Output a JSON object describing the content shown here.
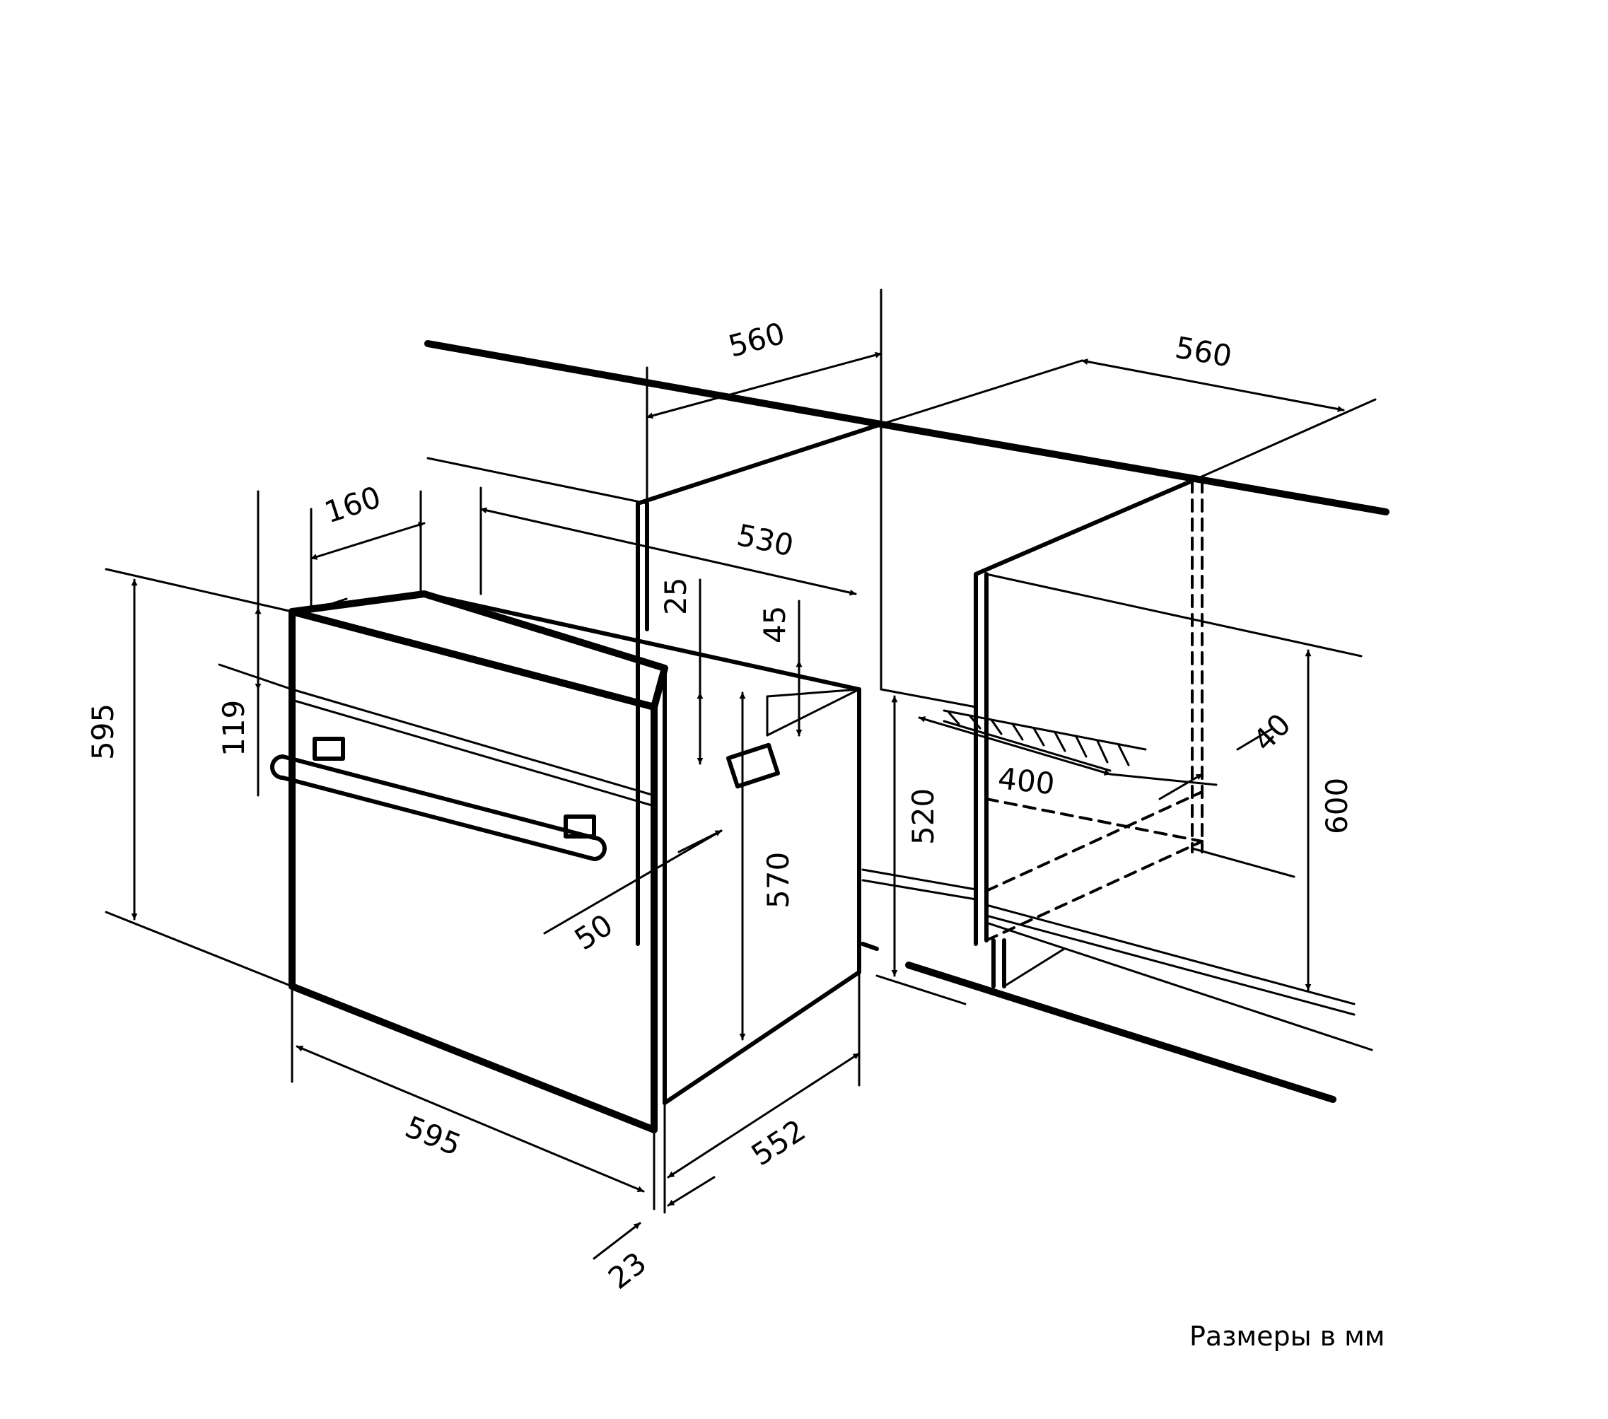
{
  "diagram": {
    "dimensions": {
      "niche_width": "560",
      "cabinet_width": "560",
      "niche_depth": "530",
      "top_clearance": "25",
      "top_gap": "45",
      "handle_drop": "160",
      "control_panel_height": "119",
      "oven_height_side": "595",
      "oven_width": "595",
      "oven_depth": "552",
      "body_height": "570",
      "handle_projection": "50",
      "front_offset": "23",
      "niche_height": "520",
      "vent_opening": "400",
      "vent_gap": "40",
      "cabinet_height": "600"
    },
    "units_note": "Размеры в мм"
  }
}
